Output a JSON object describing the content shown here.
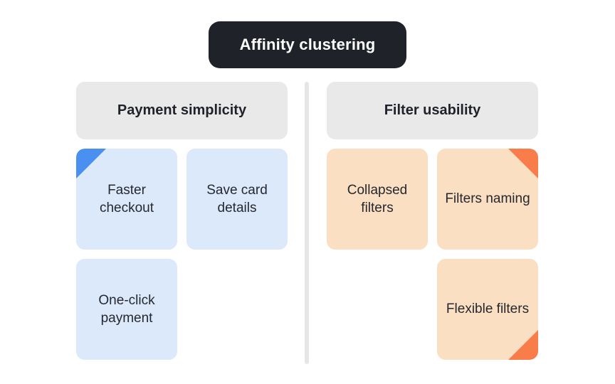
{
  "title": {
    "label": "Affinity clustering"
  },
  "divider": {
    "name": "column-divider"
  },
  "colors": {
    "title_chip_bg": "#1f2229",
    "title_chip_text": "#ffffff",
    "header_bg": "#e9e9ea",
    "header_text": "#1f2229",
    "note_blue_bg": "#dce9fb",
    "note_orange_bg": "#fbdfc2",
    "fold_blue": "#4a90f0",
    "fold_orange": "#f97d4a",
    "note_text": "#25282f",
    "divider": "#e6e6e8",
    "page_bg": "#ffffff"
  },
  "columns": [
    {
      "header": "Payment simplicity",
      "notes": [
        {
          "label": "Faster checkout",
          "color": "blue",
          "fold": "top-left"
        },
        {
          "label": "Save card details",
          "color": "blue",
          "fold": "none"
        },
        {
          "label": "One-click payment",
          "color": "blue",
          "fold": "none"
        },
        {
          "label": "",
          "color": "none",
          "fold": "none"
        }
      ]
    },
    {
      "header": "Filter usability",
      "notes": [
        {
          "label": "Collapsed filters",
          "color": "orange",
          "fold": "none"
        },
        {
          "label": "Filters naming",
          "color": "orange",
          "fold": "top-right"
        },
        {
          "label": "",
          "color": "none",
          "fold": "none"
        },
        {
          "label": "Flexible filters",
          "color": "orange",
          "fold": "bottom-right"
        }
      ]
    }
  ]
}
